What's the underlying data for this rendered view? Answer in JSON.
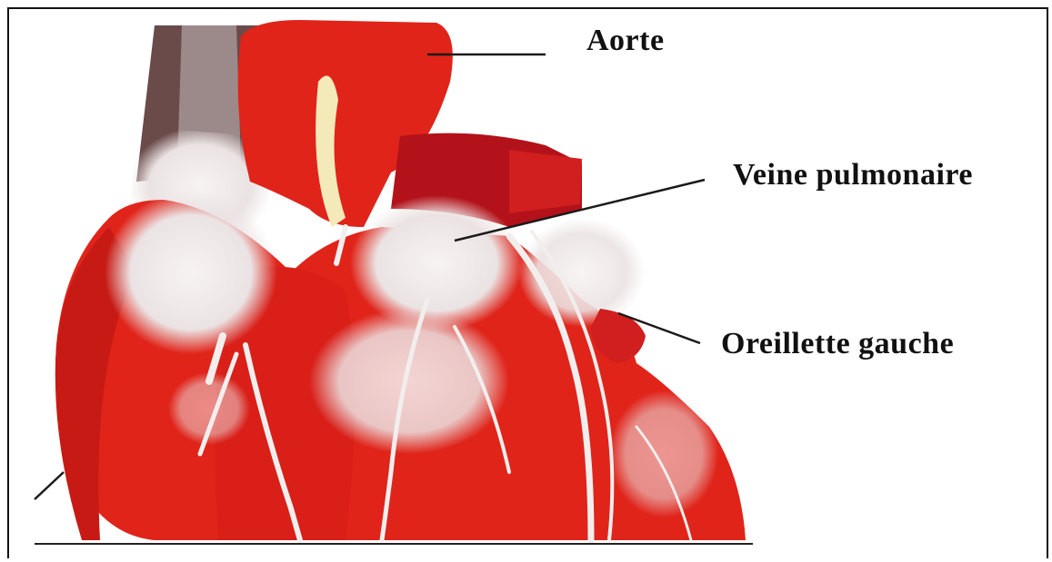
{
  "labels": {
    "aorte": "Aorte",
    "veine_pulmonaire": "Veine pulmonaire",
    "oreillette_gauche": "Oreillette gauche"
  },
  "colors": {
    "heart_red": "#e0241a",
    "dark_red": "#b3121a",
    "vessel_white": "#f2eeee",
    "vein_dark": "#5a3a3a",
    "leader_line": "#1a1a1a"
  }
}
